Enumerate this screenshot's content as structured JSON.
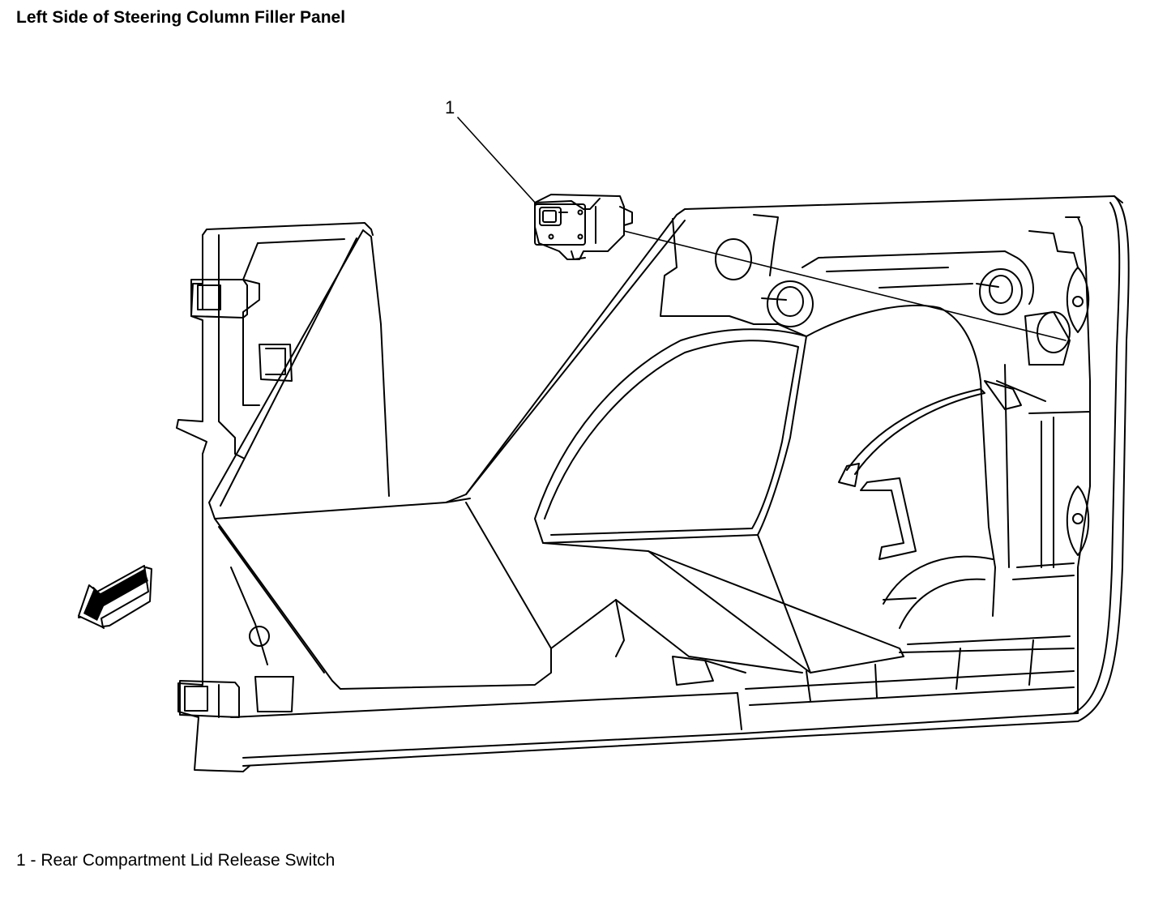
{
  "title": "Left Side of Steering Column Filler Panel",
  "callout_number": "1",
  "legend": "1 - Rear Compartment Lid Release Switch"
}
